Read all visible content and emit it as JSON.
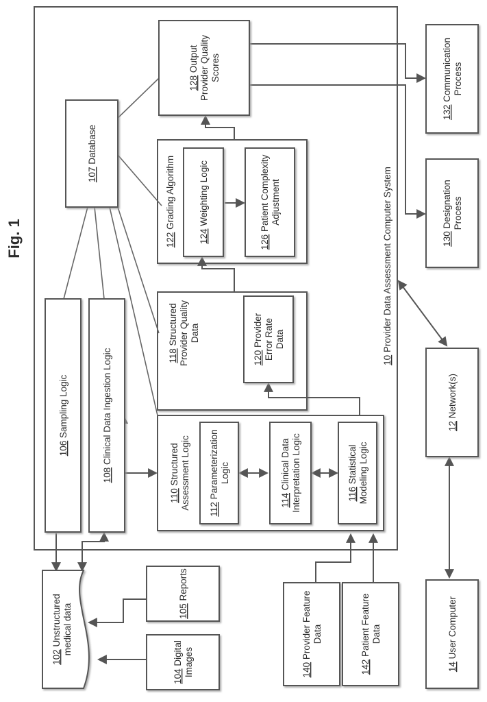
{
  "figure": {
    "title": "Fig. 1"
  },
  "system": {
    "number": "10",
    "label": "Provider Data Assessment Computer System"
  },
  "nodes": {
    "database": {
      "number": "107",
      "lines": [
        "Database"
      ]
    },
    "sampling": {
      "number": "106",
      "lines": [
        "Sampling Logic"
      ]
    },
    "ingestion": {
      "number": "108",
      "lines": [
        "Clinical Data Ingestion Logic"
      ]
    },
    "structured_assess": {
      "number": "110",
      "lines": [
        "Structured",
        "Assessment Logic"
      ]
    },
    "parameterization": {
      "number": "112",
      "lines": [
        "Parameterization",
        "Logic"
      ]
    },
    "interpretation": {
      "number": "114",
      "lines": [
        "Clinical Data",
        "Interpretation Logic"
      ]
    },
    "statistical": {
      "number": "116",
      "lines": [
        "Statistical",
        "Modeling Logic"
      ]
    },
    "structured_quality": {
      "number": "118",
      "lines": [
        "Structured",
        "Provider Quality",
        "Data"
      ]
    },
    "error_rate": {
      "number": "120",
      "lines": [
        "Provider",
        "Error Rate",
        "Data"
      ]
    },
    "grading": {
      "number": "122",
      "lines": [
        "Grading Algorithm"
      ]
    },
    "weighting": {
      "number": "124",
      "lines": [
        "Weighting Logic"
      ]
    },
    "complexity": {
      "number": "126",
      "lines": [
        "Patient Complexity",
        "Adjustment"
      ]
    },
    "output_scores": {
      "number": "128",
      "lines": [
        "Output",
        "Provider Quality",
        "Scores"
      ]
    },
    "communication": {
      "number": "132",
      "lines": [
        "Communication",
        "Process"
      ]
    },
    "designation": {
      "number": "130",
      "lines": [
        "Designation",
        "Process"
      ]
    },
    "network": {
      "number": "12",
      "lines": [
        "Network(s)"
      ]
    },
    "user_computer": {
      "number": "14",
      "lines": [
        "User Computer"
      ]
    },
    "unstructured": {
      "number": "102",
      "lines": [
        "Unstructured",
        "medical data"
      ]
    },
    "reports": {
      "number": "105",
      "lines": [
        "Reports"
      ]
    },
    "digital_images": {
      "number": "104",
      "lines": [
        "Digital",
        "Images"
      ]
    },
    "provider_feature": {
      "number": "140",
      "lines": [
        "Provider Feature",
        "Data"
      ]
    },
    "patient_feature": {
      "number": "142",
      "lines": [
        "Patient Feature",
        "Data"
      ]
    }
  }
}
